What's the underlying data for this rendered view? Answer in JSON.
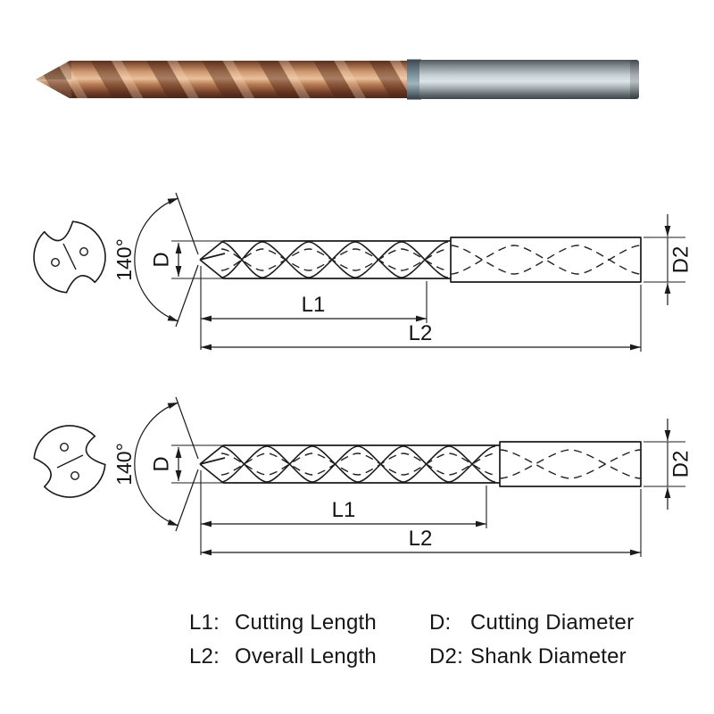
{
  "diagram_top": {
    "angle_label": "140°",
    "d_label": "D",
    "d2_label": "D2",
    "l1_label": "L1",
    "l2_label": "L2"
  },
  "diagram_bottom": {
    "angle_label": "140°",
    "d_label": "D",
    "d2_label": "D2",
    "l1_label": "L1",
    "l2_label": "L2"
  },
  "legend": {
    "items": [
      {
        "abbr": "L1:",
        "text": "Cutting Length"
      },
      {
        "abbr": "D:",
        "text": "Cutting Diameter"
      },
      {
        "abbr": "L2:",
        "text": "Overall Length"
      },
      {
        "abbr": "D2:",
        "text": "Shank Diameter"
      }
    ]
  },
  "colors": {
    "line": "#1a1a1a",
    "flute_coating": "#b5734d",
    "shank_steel": "#b7c0c4",
    "collar": "#5d7380"
  }
}
